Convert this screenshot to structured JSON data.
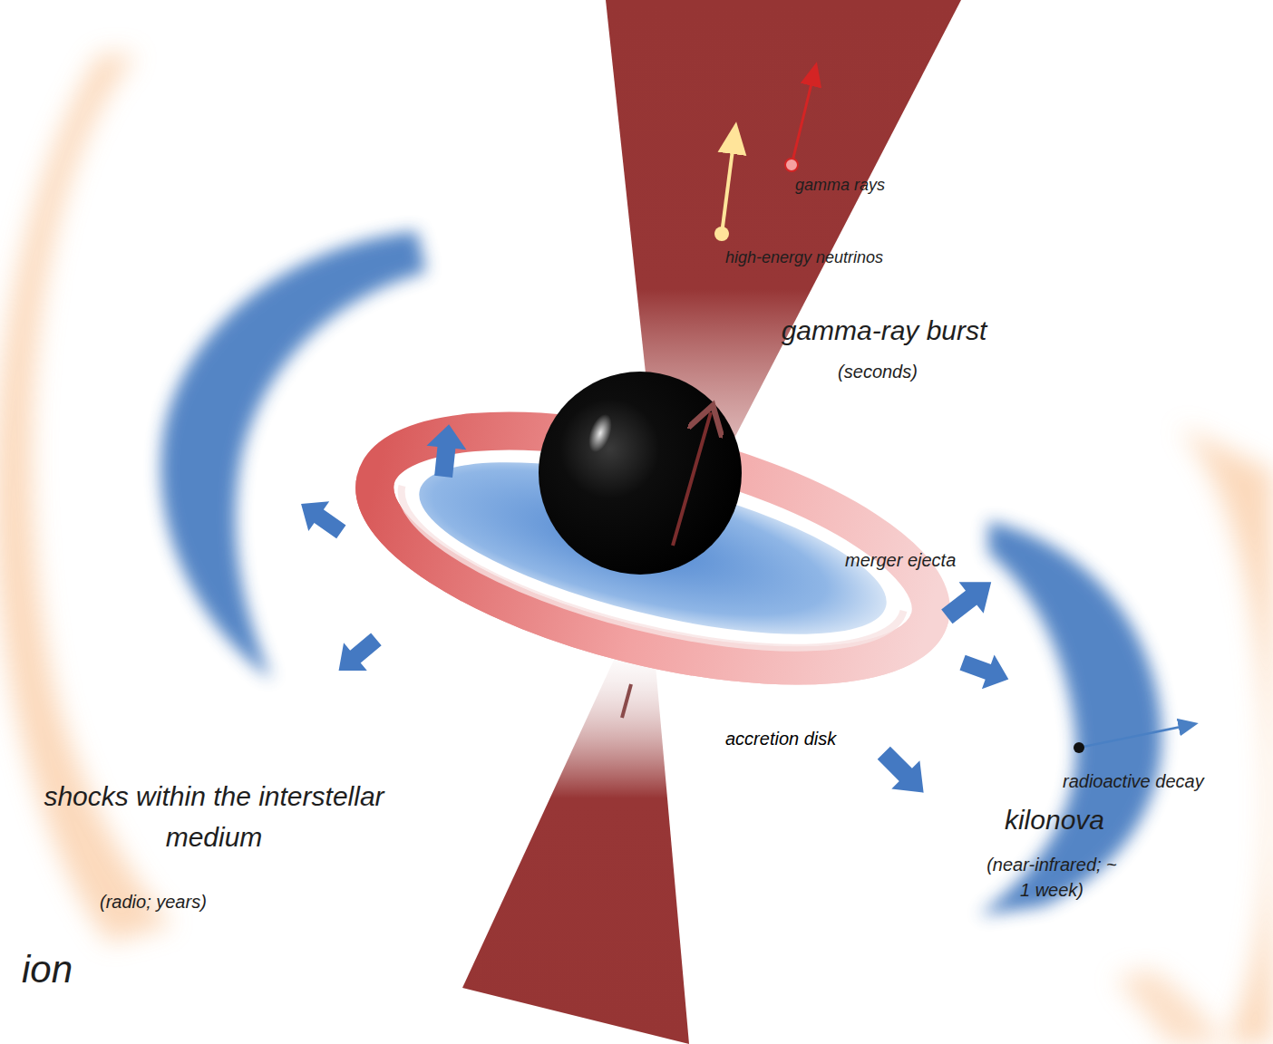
{
  "diagram": {
    "labels": [
      "gamma rays",
      "high-energy neutrinos",
      "gamma-ray burst",
      "(seconds)",
      "merger ejecta",
      "accretion disk",
      "radioactive decay",
      "shocks within the interstellar medium",
      "(radio; years)",
      "kilonova",
      "(near-infrared; ~ 1 week)",
      "ion"
    ]
  }
}
